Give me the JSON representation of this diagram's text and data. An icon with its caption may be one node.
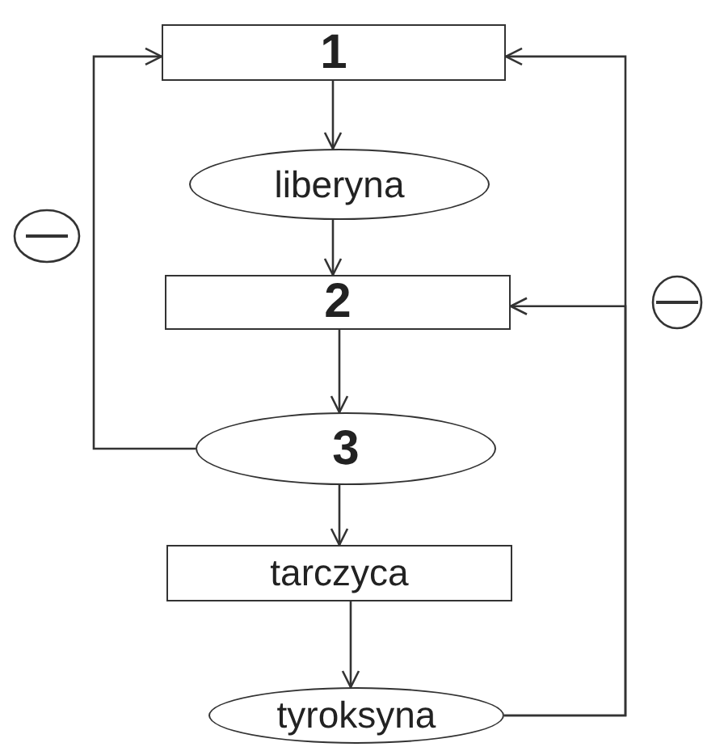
{
  "diagram": {
    "nodes": [
      {
        "text": [
          "1"
        ]
      },
      {
        "text": [
          "liberyna"
        ]
      },
      {
        "text": [
          "2"
        ]
      },
      {
        "text": [
          "3"
        ]
      },
      {
        "text": [
          "tarczyca"
        ]
      },
      {
        "text": [
          "tyroksyna"
        ]
      }
    ],
    "edges": [
      {
        "from": 0,
        "to": 1,
        "arrow": "to"
      },
      {
        "from": 1,
        "to": 2,
        "arrow": "to"
      },
      {
        "from": 2,
        "to": 3,
        "arrow": "to"
      },
      {
        "from": 3,
        "to": 4,
        "arrow": "to"
      },
      {
        "from": 4,
        "to": 5,
        "arrow": "to"
      },
      {
        "from": 3,
        "to": 0,
        "arrow": "to"
      },
      {
        "from": 5,
        "to": 0,
        "arrow": "to"
      },
      {
        "from": 5,
        "to": 2,
        "arrow": "to"
      }
    ]
  }
}
